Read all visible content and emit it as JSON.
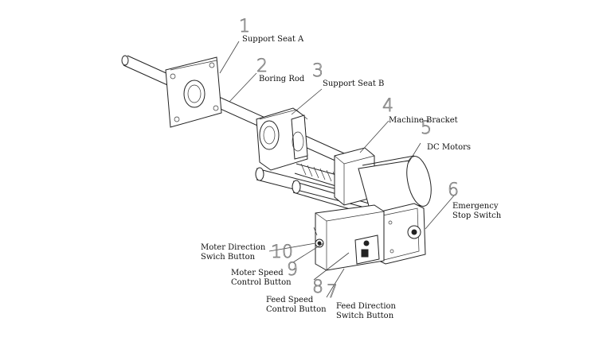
{
  "callouts": [
    {
      "number": "1",
      "label_lines": [
        "Support Seat A"
      ]
    },
    {
      "number": "2",
      "label_lines": [
        "Boring Rod"
      ]
    },
    {
      "number": "3",
      "label_lines": [
        "Support Seat B"
      ]
    },
    {
      "number": "4",
      "label_lines": [
        "Machine Bracket"
      ]
    },
    {
      "number": "5",
      "label_lines": [
        "DC Motors"
      ]
    },
    {
      "number": "6",
      "label_lines": [
        "Emergency",
        "Stop Switch"
      ]
    },
    {
      "number": "7",
      "label_lines": [
        "Feed Direction",
        "Switch Button"
      ]
    },
    {
      "number": "8",
      "label_lines": [
        "Feed Speed",
        "Control Button"
      ]
    },
    {
      "number": "9",
      "label_lines": [
        "Moter Speed",
        "Control Button"
      ]
    },
    {
      "number": "10",
      "label_lines": [
        "Moter Direction",
        "Swich Button"
      ]
    }
  ]
}
